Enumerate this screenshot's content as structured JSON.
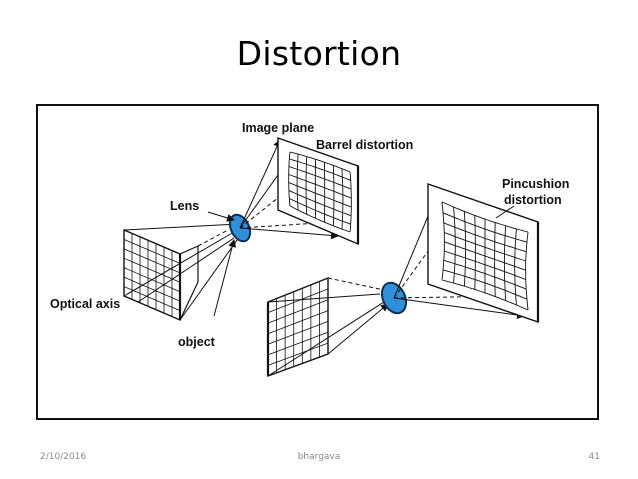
{
  "slide": {
    "title": "Distortion"
  },
  "diagram": {
    "labels": {
      "image_plane": "Image plane",
      "barrel": "Barrel distortion",
      "lens": "Lens",
      "optical_axis": "Optical axis",
      "object": "object",
      "pincushion_line1": "Pincushion",
      "pincushion_line2": "distortion"
    },
    "colors": {
      "lens_fill": "#2f8fd8",
      "lens_stroke": "#0a2f5a",
      "line": "#111111"
    }
  },
  "footer": {
    "date": "2/10/2016",
    "author": "bhargava",
    "page": "41"
  }
}
